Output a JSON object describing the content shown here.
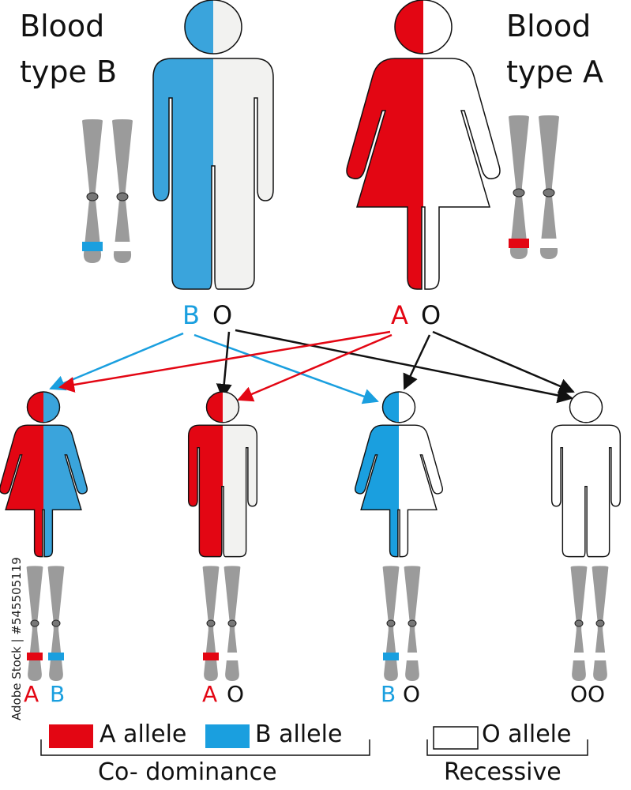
{
  "colors": {
    "a_allele": "#e30613",
    "b_allele": "#3aa4dc",
    "o_allele": "#f2f2f0",
    "chromosome": "#9b9b9b",
    "outline": "#111111"
  },
  "parents": {
    "father": {
      "title_line1": "Blood",
      "title_line2": "type B",
      "allele1": "B",
      "allele2": "O"
    },
    "mother": {
      "title_line1": "Blood",
      "title_line2": "type A",
      "allele1": "A",
      "allele2": "O"
    }
  },
  "children": [
    {
      "allele1": "A",
      "allele2": "B"
    },
    {
      "allele1": "A",
      "allele2": "O"
    },
    {
      "allele1": "B",
      "allele2": "O"
    },
    {
      "label": "OO"
    }
  ],
  "legend": {
    "a_label": "A allele",
    "b_label": "B allele",
    "o_label": "O allele"
  },
  "captions": {
    "codominance": "Co- dominance",
    "recessive": "Recessive"
  },
  "stock_id": "Adobe Stock | #545505119"
}
